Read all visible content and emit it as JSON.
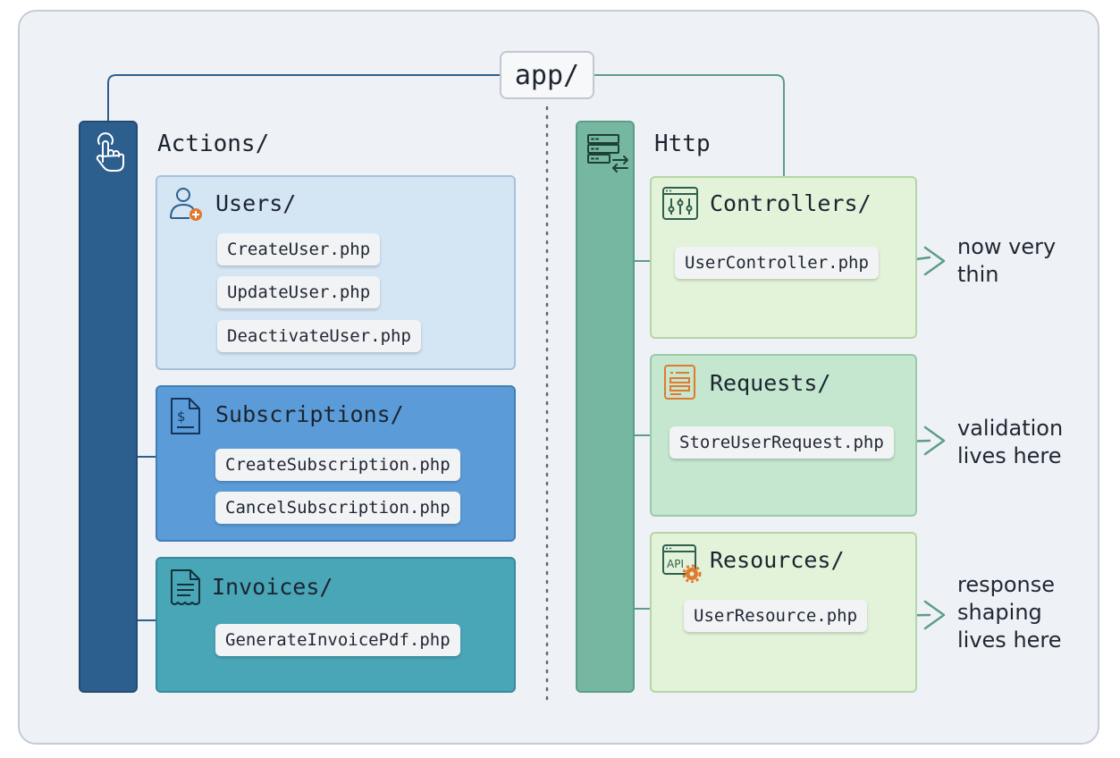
{
  "root": {
    "label": "app/"
  },
  "actions": {
    "heading": "Actions/",
    "users": {
      "title": "Users/",
      "files": [
        "CreateUser.php",
        "UpdateUser.php",
        "DeactivateUser.php"
      ]
    },
    "subscriptions": {
      "title": "Subscriptions/",
      "files": [
        "CreateSubscription.php",
        "CancelSubscription.php"
      ]
    },
    "invoices": {
      "title": "Invoices/",
      "files": [
        "GenerateInvoicePdf.php"
      ]
    }
  },
  "http": {
    "heading": "Http",
    "controllers": {
      "title": "Controllers/",
      "file": "UserController.php",
      "note": [
        "now very",
        "thin"
      ]
    },
    "requests": {
      "title": "Requests/",
      "file": "StoreUserRequest.php",
      "note": [
        "validation",
        "lives here"
      ]
    },
    "resources": {
      "title": "Resources/",
      "file": "UserResource.php",
      "note": [
        "response",
        "shaping",
        "lives here"
      ]
    }
  },
  "colors": {
    "actions_rail": "#2d5f8e",
    "http_rail": "#75b7a1",
    "users_box": "#d4e5f4",
    "subscriptions_box": "#5b9cd8",
    "invoices_box": "#49a6b7",
    "controllers_box": "#e3f3d9",
    "requests_box": "#c5e6cf",
    "resources_box": "#e3f3d9",
    "accent_orange": "#e07a2f"
  }
}
